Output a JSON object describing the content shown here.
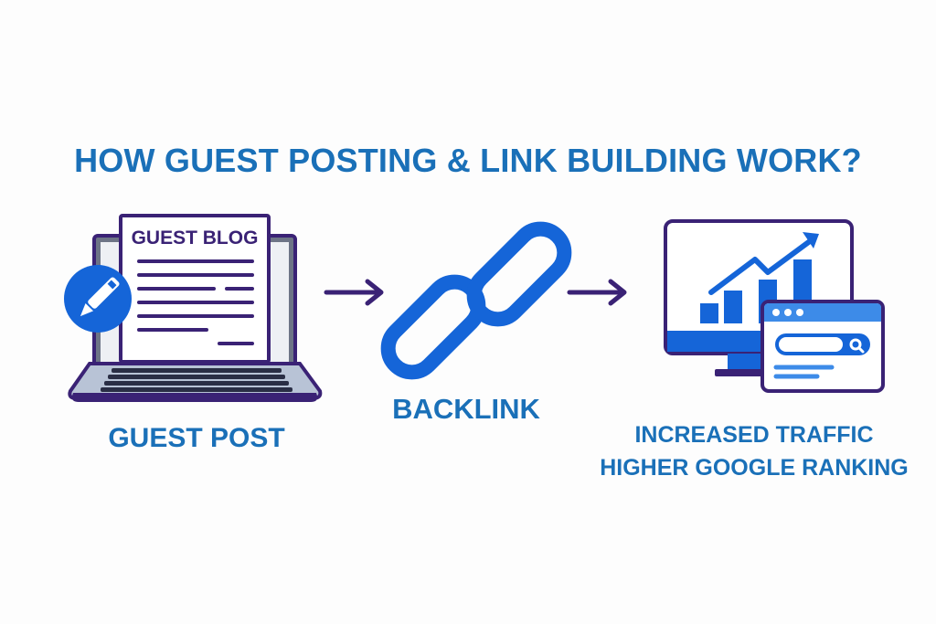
{
  "title": "HOW GUEST POSTING & LINK BUILDING WORK?",
  "colors": {
    "primary_blue": "#1a70b8",
    "icon_blue": "#1565d8",
    "dark_purple": "#3a2275",
    "gray_screen": "#8a94a6",
    "light_gray": "#b8c3d6",
    "background": "#fdfdfd"
  },
  "steps": [
    {
      "icon": "laptop-with-guest-blog-document-icon",
      "document_heading": "GUEST BLOG",
      "label": "GUEST POST"
    },
    {
      "icon": "chain-link-icon",
      "label": "BACKLINK"
    },
    {
      "icon": "monitor-with-growth-chart-and-search-window-icon",
      "label_lines": [
        "INCREASED TRAFFIC",
        "HIGHER GOOGLE RANKING"
      ]
    }
  ],
  "arrows": [
    "arrow-right-icon",
    "arrow-right-icon"
  ]
}
